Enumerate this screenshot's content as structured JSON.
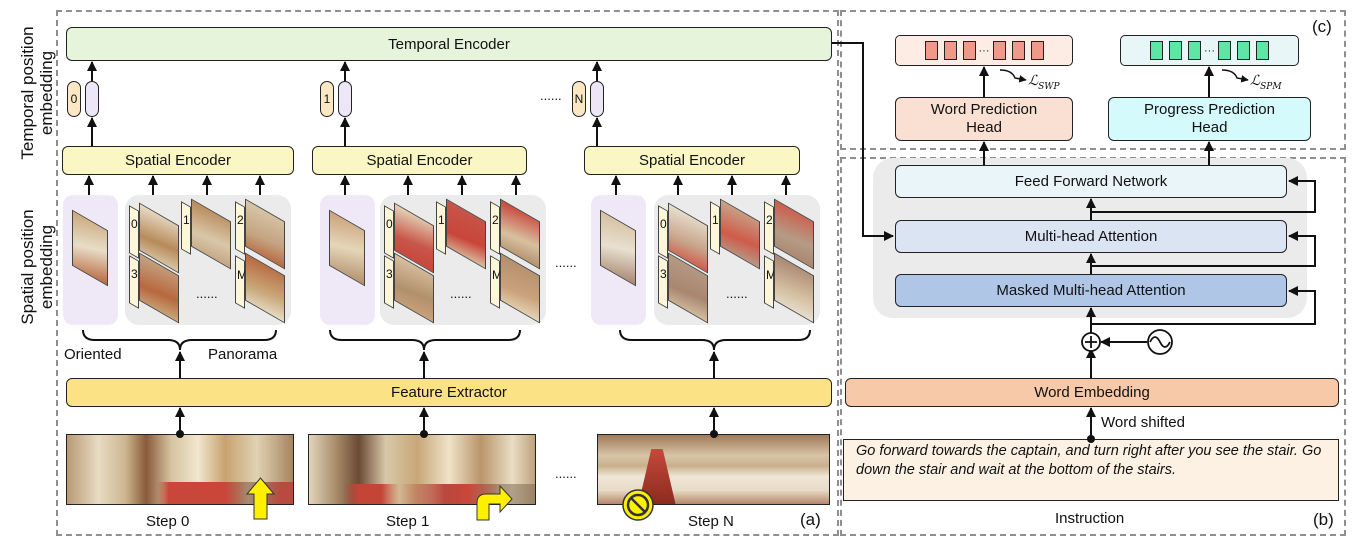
{
  "panel_a": {
    "label": "(a)",
    "temporal_encoder": "Temporal Encoder",
    "temporal_axis_label_1": "Temporal position",
    "temporal_axis_label_2": "embedding",
    "spatial_axis_label_1": "Spatial position",
    "spatial_axis_label_2": "embedding",
    "steps": [
      {
        "spatial_encoder": "Spatial Encoder",
        "index": "0",
        "caption": "Step 0",
        "action": "forward-arrow"
      },
      {
        "spatial_encoder": "Spatial Encoder",
        "index": "1",
        "caption": "Step 1",
        "action": "turn-right-arrow"
      },
      {
        "spatial_encoder": "Spatial Encoder",
        "index": "N",
        "caption": "Step N",
        "action": "stop-sign"
      }
    ],
    "view_indices": [
      "0",
      "1",
      "2",
      "3",
      "M"
    ],
    "ellipsis": "......",
    "oriented_label": "Oriented",
    "panorama_label": "Panorama",
    "feature_extractor": "Feature Extractor"
  },
  "panel_b": {
    "label": "(b)",
    "feed_forward": "Feed Forward Network",
    "multi_head": "Multi-head Attention",
    "masked_multi_head": "Masked Multi-head Attention",
    "word_embedding": "Word Embedding",
    "word_shifted": "Word shifted",
    "instruction_text": "Go forward towards the captain, and turn right after you see the stair. Go down the stair and wait at the bottom of the stairs.",
    "instruction_caption": "Instruction"
  },
  "panel_c": {
    "label": "(c)",
    "word_head_line1": "Word Prediction",
    "word_head_line2": "Head",
    "progress_head_line1": "Progress Prediction",
    "progress_head_line2": "Head",
    "loss_swp": "SWP",
    "loss_spm": "SPM",
    "loss_symbol": "ℒ",
    "dots": "···"
  },
  "colors": {
    "temporal_encoder": "#e6f4dc",
    "spatial_encoder": "#fbf7c4",
    "feature_extractor": "#fae285",
    "word_head": "#f9e0d2",
    "progress_head": "#d4fafc",
    "word_token": "#ed9a88",
    "progress_token": "#5fe6a6",
    "ffn": "#e9f5f8",
    "mha": "#dae4f3",
    "masked_mha": "#b0c6e6",
    "word_embedding": "#f7c9a9",
    "instruction_bg": "#fdf1e4"
  }
}
